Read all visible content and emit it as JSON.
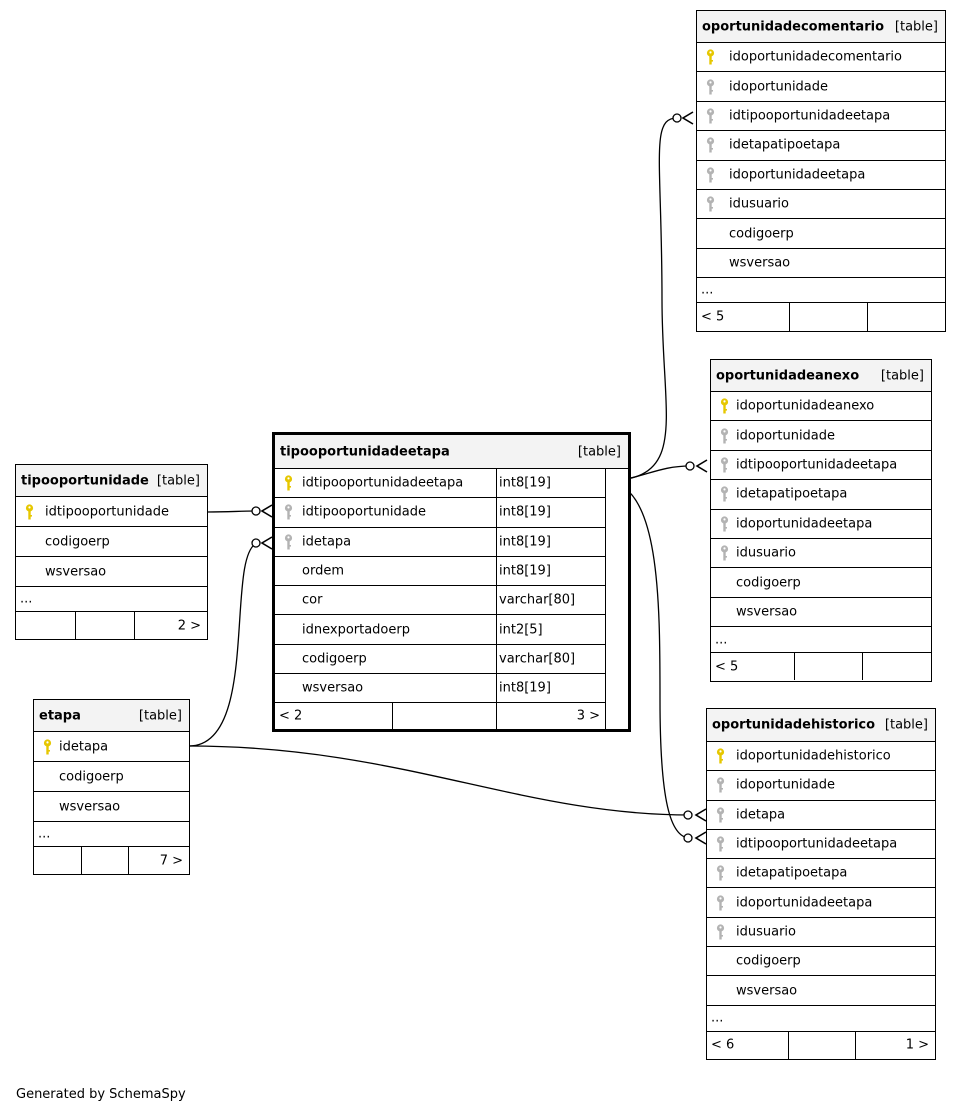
{
  "tables": [
    {
      "id": "tipooportunidadeetapa",
      "name": "tipooportunidadeetapa",
      "type_label": "[table]",
      "focus": true,
      "columns": [
        {
          "name": "idtipooportunidadeetapa",
          "key": "primary",
          "type": "int8[19]"
        },
        {
          "name": "idtipooportunidade",
          "key": "foreign",
          "type": "int8[19]"
        },
        {
          "name": "idetapa",
          "key": "foreign",
          "type": "int8[19]"
        },
        {
          "name": "ordem",
          "key": "none",
          "type": "int8[19]"
        },
        {
          "name": "cor",
          "key": "none",
          "type": "varchar[80]"
        },
        {
          "name": "idnexportadoerp",
          "key": "none",
          "type": "int2[5]"
        },
        {
          "name": "codigoerp",
          "key": "none",
          "type": "varchar[80]"
        },
        {
          "name": "wsversao",
          "key": "none",
          "type": "int8[19]"
        }
      ],
      "ellipsis": "",
      "footer": {
        "parents": "< 2",
        "middle": "",
        "children": "3 >"
      }
    },
    {
      "id": "tipooportunidade",
      "name": "tipooportunidade",
      "type_label": "[table]",
      "focus": false,
      "columns": [
        {
          "name": "idtipooportunidade",
          "key": "primary"
        },
        {
          "name": "codigoerp",
          "key": "none"
        },
        {
          "name": "wsversao",
          "key": "none"
        }
      ],
      "ellipsis": "...",
      "footer": {
        "parents": "",
        "middle": "",
        "children": "2 >"
      }
    },
    {
      "id": "etapa",
      "name": "etapa",
      "type_label": "[table]",
      "focus": false,
      "columns": [
        {
          "name": "idetapa",
          "key": "primary"
        },
        {
          "name": "codigoerp",
          "key": "none"
        },
        {
          "name": "wsversao",
          "key": "none"
        }
      ],
      "ellipsis": "...",
      "footer": {
        "parents": "",
        "middle": "",
        "children": "7 >"
      }
    },
    {
      "id": "oportunidadecomentario",
      "name": "oportunidadecomentario",
      "type_label": "[table]",
      "focus": false,
      "columns": [
        {
          "name": "idoportunidadecomentario",
          "key": "primary"
        },
        {
          "name": "idoportunidade",
          "key": "foreign"
        },
        {
          "name": "idtipooportunidadeetapa",
          "key": "foreign"
        },
        {
          "name": "idetapatipoetapa",
          "key": "foreign"
        },
        {
          "name": "idoportunidadeetapa",
          "key": "foreign"
        },
        {
          "name": "idusuario",
          "key": "foreign"
        },
        {
          "name": "codigoerp",
          "key": "none"
        },
        {
          "name": "wsversao",
          "key": "none"
        }
      ],
      "ellipsis": "...",
      "footer": {
        "parents": "< 5",
        "middle": "",
        "children": ""
      }
    },
    {
      "id": "oportunidadeanexo",
      "name": "oportunidadeanexo",
      "type_label": "[table]",
      "focus": false,
      "columns": [
        {
          "name": "idoportunidadeanexo",
          "key": "primary"
        },
        {
          "name": "idoportunidade",
          "key": "foreign"
        },
        {
          "name": "idtipooportunidadeetapa",
          "key": "foreign"
        },
        {
          "name": "idetapatipoetapa",
          "key": "foreign"
        },
        {
          "name": "idoportunidadeetapa",
          "key": "foreign"
        },
        {
          "name": "idusuario",
          "key": "foreign"
        },
        {
          "name": "codigoerp",
          "key": "none"
        },
        {
          "name": "wsversao",
          "key": "none"
        }
      ],
      "ellipsis": "...",
      "footer": {
        "parents": "< 5",
        "middle": "",
        "children": ""
      }
    },
    {
      "id": "oportunidadehistorico",
      "name": "oportunidadehistorico",
      "type_label": "[table]",
      "focus": false,
      "columns": [
        {
          "name": "idoportunidadehistorico",
          "key": "primary"
        },
        {
          "name": "idoportunidade",
          "key": "foreign"
        },
        {
          "name": "idetapa",
          "key": "foreign"
        },
        {
          "name": "idtipooportunidadeetapa",
          "key": "foreign"
        },
        {
          "name": "idetapatipoetapa",
          "key": "foreign"
        },
        {
          "name": "idoportunidadeetapa",
          "key": "foreign"
        },
        {
          "name": "idusuario",
          "key": "foreign"
        },
        {
          "name": "codigoerp",
          "key": "none"
        },
        {
          "name": "wsversao",
          "key": "none"
        }
      ],
      "ellipsis": "...",
      "footer": {
        "parents": "< 6",
        "middle": "",
        "children": "1 >"
      }
    }
  ],
  "relationships": [
    {
      "from": "tipooportunidade.idtipooportunidade",
      "to": "tipooportunidadeetapa.idtipooportunidade"
    },
    {
      "from": "etapa.idetapa",
      "to": "tipooportunidadeetapa.idetapa"
    },
    {
      "from": "etapa.idetapa",
      "to": "oportunidadehistorico.idetapa"
    },
    {
      "from": "tipooportunidadeetapa.idtipooportunidadeetapa",
      "to": "oportunidadecomentario.idtipooportunidadeetapa"
    },
    {
      "from": "tipooportunidadeetapa.idtipooportunidadeetapa",
      "to": "oportunidadeanexo.idtipooportunidadeetapa"
    },
    {
      "from": "tipooportunidadeetapa.idtipooportunidadeetapa",
      "to": "oportunidadehistorico.idtipooportunidadeetapa"
    }
  ],
  "colors": {
    "primary_key": "#e6c700",
    "foreign_key": "#b3b3b3",
    "header_bg": "#f3f3f3"
  },
  "footer_text": "Generated by SchemaSpy"
}
